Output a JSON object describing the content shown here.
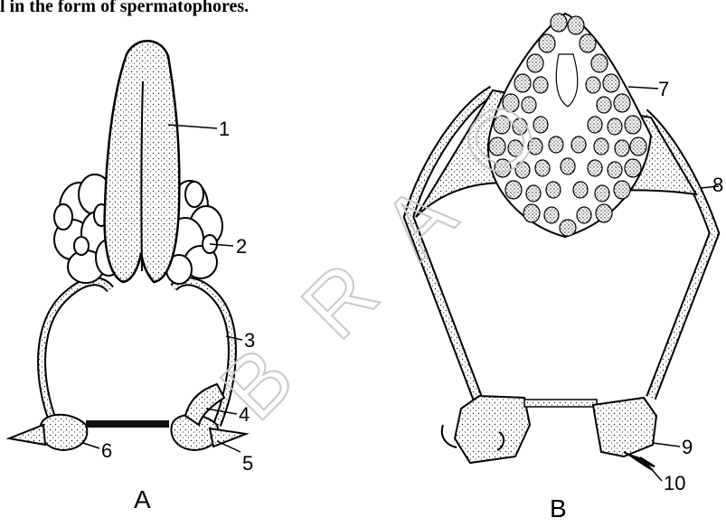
{
  "caption_fragment": "l in the form of spermatophores.",
  "panel_a_label": "A",
  "panel_b_label": "B",
  "part_numbers": {
    "n1": "1",
    "n2": "2",
    "n3": "3",
    "n4": "4",
    "n5": "5",
    "n6": "6",
    "n7": "7",
    "n8": "8",
    "n9": "9",
    "n10": "10"
  },
  "watermark": "B R A O"
}
